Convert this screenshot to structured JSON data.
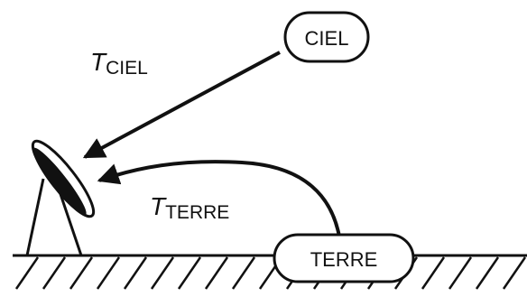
{
  "diagram": {
    "sources": {
      "sky": {
        "label": "CIEL"
      },
      "ground": {
        "label": "TERRE"
      }
    },
    "temperatures": {
      "sky": {
        "symbol": "T",
        "subscript": "CIEL"
      },
      "ground": {
        "symbol": "T",
        "subscript": "TERRE"
      }
    },
    "colors": {
      "ink": "#111111",
      "background": "#ffffff"
    },
    "icons": [
      "satellite-dish-icon",
      "ground-hatching"
    ]
  }
}
